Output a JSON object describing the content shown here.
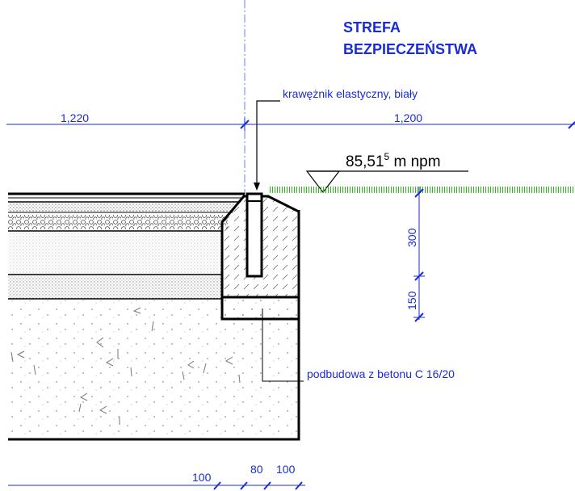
{
  "zone_title_line1": "STREFA",
  "zone_title_line2": "BEZPIECZEŃSTWA",
  "curb_label": "krawężnik elastyczny, biały",
  "base_label": "podbudowa z betonu C 16/20",
  "elevation_value": "85,51",
  "elevation_superscript": "5",
  "elevation_unit": " m npm",
  "dim_left_width": "1,220",
  "dim_right_width": "1,200",
  "dim_depth_top": "300",
  "dim_depth_bottom": "150",
  "dim_bottom_1": "100",
  "dim_bottom_2": "80",
  "dim_bottom_3": "100",
  "colors": {
    "annotation": "#1a2bd6",
    "grass": "#3fae2a",
    "outline": "#000000"
  }
}
